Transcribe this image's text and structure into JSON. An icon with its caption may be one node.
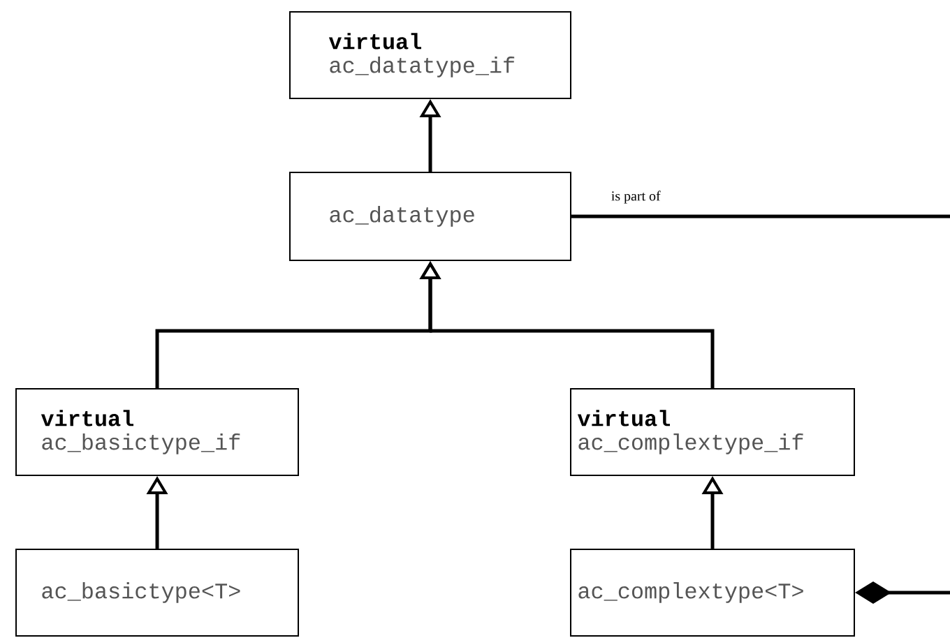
{
  "diagram": {
    "nodes": [
      {
        "text": [
          "virtual",
          "ac_datatype_if"
        ]
      },
      {
        "text": [
          "ac_datatype"
        ]
      },
      {
        "text": [
          "virtual",
          "ac_basictype_if"
        ]
      },
      {
        "text": [
          "virtual",
          "ac_complextype_if"
        ]
      },
      {
        "text": [
          "ac_basictype<T>"
        ]
      },
      {
        "text": [
          "ac_complextype<T>"
        ]
      }
    ],
    "edges": [
      {
        "from": 1,
        "to": 0,
        "arrow": "to"
      },
      {
        "from": 2,
        "to": 1,
        "arrow": "to"
      },
      {
        "from": 3,
        "to": 1,
        "arrow": "to"
      },
      {
        "from": 4,
        "to": 2,
        "arrow": "to"
      },
      {
        "from": 5,
        "to": 3,
        "arrow": "to"
      },
      {
        "from": 1,
        "to": null,
        "arrow": "none",
        "label": "is part of"
      },
      {
        "from": 5,
        "to": null,
        "arrow": "other"
      }
    ]
  }
}
